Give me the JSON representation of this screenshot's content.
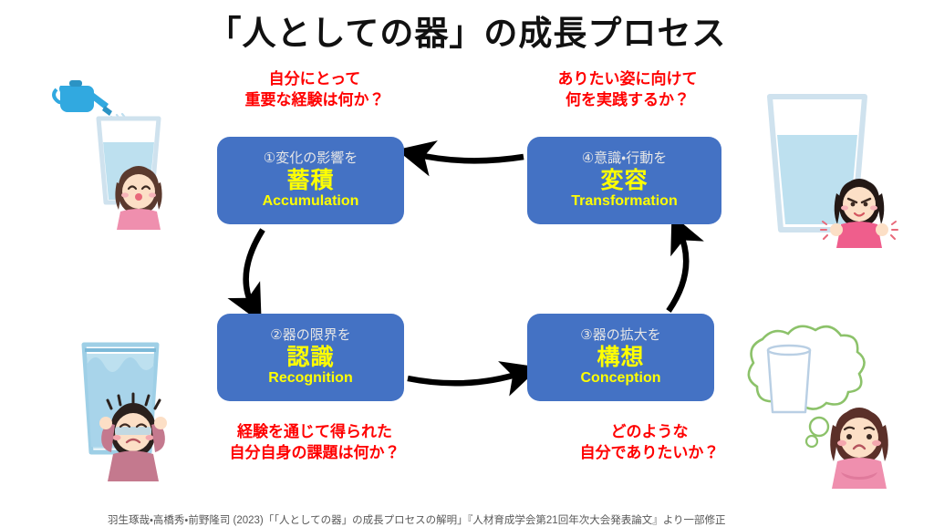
{
  "slide": {
    "title": "「人としての器」の成長プロセス",
    "background_color": "#ffffff"
  },
  "colors": {
    "box_fill": "#4472c4",
    "box_main_text": "#ffff00",
    "box_top_text": "#e6e6e6",
    "annotation_text": "#ff0000",
    "arrow": "#000000",
    "water": "#bde0ef",
    "glass_outline": "#cfe2ee",
    "watering_can": "#31a9e0",
    "shirt_pink": "#ef8fae",
    "thought_bubble": "#8cc26a"
  },
  "process_boxes": [
    {
      "id": "accumulation",
      "number_label": "①",
      "top_text": "①変化の影響を",
      "main_text": "蓄積",
      "english": "Accumulation"
    },
    {
      "id": "transformation",
      "number_label": "④",
      "top_text": "④意識・行動を",
      "main_text": "変容",
      "english": "Transformation"
    },
    {
      "id": "recognition",
      "number_label": "②",
      "top_text": "②器の限界を",
      "main_text": "認識",
      "english": "Recognition"
    },
    {
      "id": "conception",
      "number_label": "③",
      "top_text": "③器の拡大を",
      "main_text": "構想",
      "english": "Conception"
    }
  ],
  "annotations": [
    {
      "id": "top-left-question",
      "line1": "自分にとって",
      "line2": "重要な経験は何か？"
    },
    {
      "id": "top-right-question",
      "line1": "ありたい姿に向けて",
      "line2": "何を実践するか？"
    },
    {
      "id": "bottom-left-question",
      "line1": "経験を通じて得られた",
      "line2": "自分自身の課題は何か？"
    },
    {
      "id": "bottom-right-question",
      "line1": "どのような",
      "line2": "自分でありたいか？"
    }
  ],
  "arrows": [
    {
      "id": "arrow-4-to-1",
      "from": "transformation",
      "to": "accumulation",
      "direction": "left"
    },
    {
      "id": "arrow-1-to-2",
      "from": "accumulation",
      "to": "recognition",
      "direction": "down"
    },
    {
      "id": "arrow-2-to-3",
      "from": "recognition",
      "to": "conception",
      "direction": "right"
    },
    {
      "id": "arrow-3-to-4",
      "from": "conception",
      "to": "transformation",
      "direction": "up"
    }
  ],
  "illustrations": [
    {
      "id": "top-left",
      "name": "watering-can-filling-glass-with-smiling-girl"
    },
    {
      "id": "top-right",
      "name": "large-glass-of-water-with-determined-girl"
    },
    {
      "id": "bottom-left",
      "name": "overflowing-glass-with-distressed-girl"
    },
    {
      "id": "bottom-right",
      "name": "girl-imagining-bigger-empty-glass-in-thought-bubble"
    }
  ],
  "footer": {
    "citation": "羽生琢哉・高橋秀・前野隆司 (2023)「「人としての器」の成長プロセスの解明」『人材育成学会第21回年次大会発表論文』より一部修正"
  }
}
